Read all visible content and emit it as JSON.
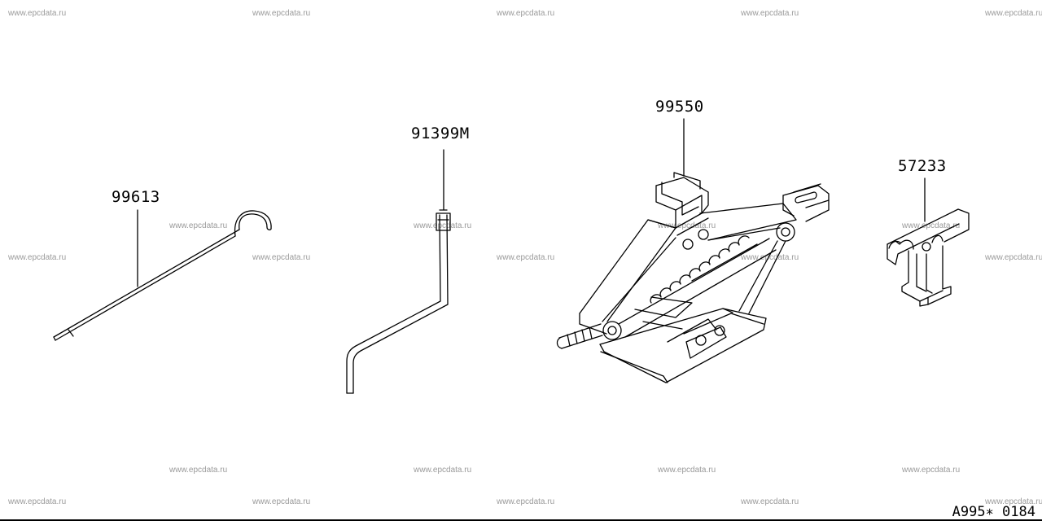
{
  "watermark": "www.epcdata.ru",
  "parts": [
    {
      "id": "99613",
      "label": "99613"
    },
    {
      "id": "91399M",
      "label": "91399M"
    },
    {
      "id": "99550",
      "label": "99550"
    },
    {
      "id": "57233",
      "label": "57233"
    }
  ],
  "reference_code": "A995∗ 0184"
}
